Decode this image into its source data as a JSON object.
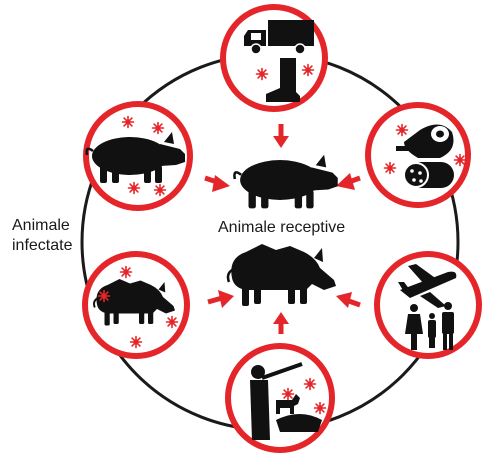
{
  "labels": {
    "infected_line1": "Animale",
    "infected_line2": "infectate",
    "receptive": "Animale receptive"
  },
  "colors": {
    "accent": "#e4262b",
    "silhouette": "#111111",
    "cycle_line": "#1a1a1a",
    "background": "#ffffff"
  },
  "nodes": [
    {
      "name": "transport",
      "icons": [
        "truck-icon",
        "boot-icon",
        "virus-icon"
      ]
    },
    {
      "name": "meat-products",
      "icons": [
        "ham-icon",
        "sausage-icon",
        "virus-icon"
      ]
    },
    {
      "name": "travel",
      "icons": [
        "airplane-icon",
        "family-icon"
      ]
    },
    {
      "name": "hunting",
      "icons": [
        "hunter-icon",
        "dog-icon",
        "wild-boar-carcass-icon",
        "virus-icon"
      ]
    },
    {
      "name": "infected-wild-boar",
      "icons": [
        "wild-boar-icon",
        "virus-icon"
      ]
    },
    {
      "name": "infected-domestic-pig",
      "icons": [
        "domestic-pig-icon",
        "virus-icon"
      ]
    }
  ]
}
